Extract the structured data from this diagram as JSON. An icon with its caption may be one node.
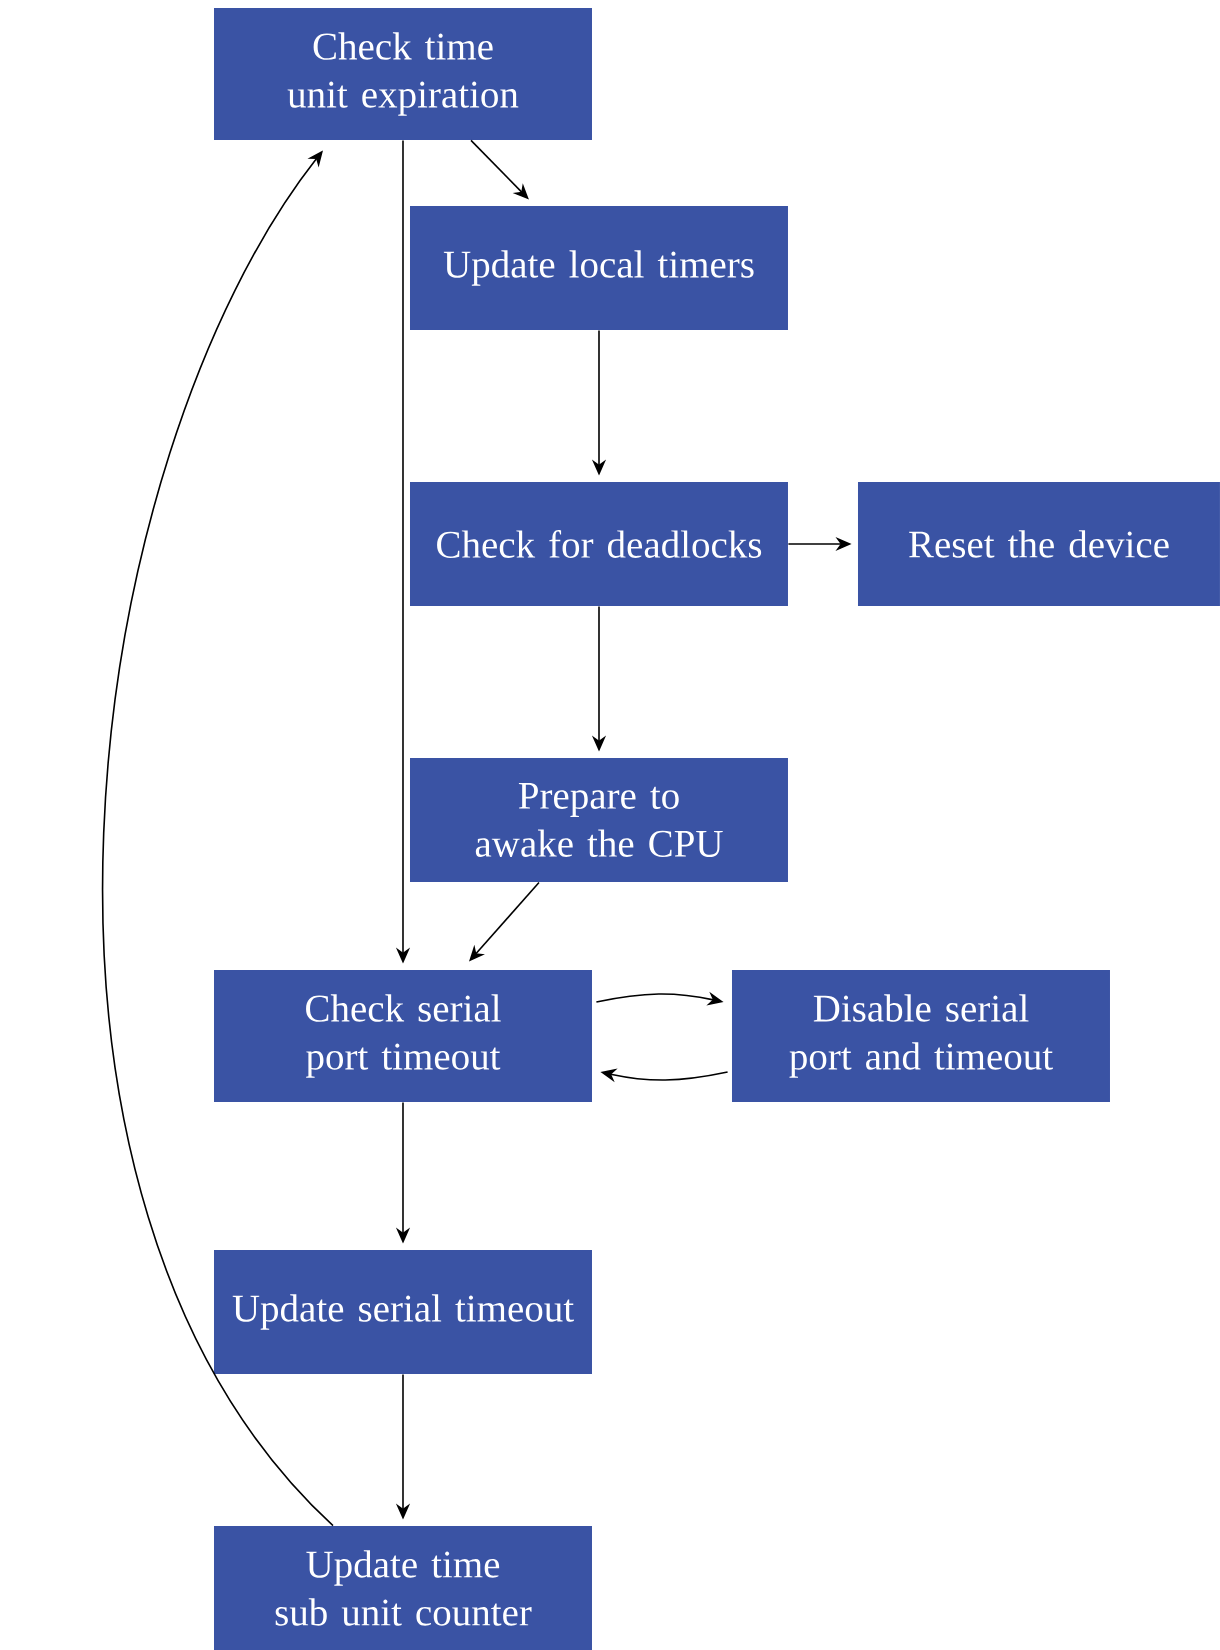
{
  "diagram": {
    "nodes": [
      {
        "text": [
          "Check time unit expiration"
        ]
      },
      {
        "text": [
          "Update local timers"
        ]
      },
      {
        "text": [
          "Check for deadlocks"
        ]
      },
      {
        "text": [
          "Reset the device"
        ]
      },
      {
        "text": [
          "Prepare to awake the CPU"
        ]
      },
      {
        "text": [
          "Check serial port timeout"
        ]
      },
      {
        "text": [
          "Disable serial port and timeout"
        ]
      },
      {
        "text": [
          "Update serial timeout"
        ]
      },
      {
        "text": [
          "Update time sub unit counter"
        ]
      }
    ],
    "edges": [
      {
        "from": 0,
        "to": 1,
        "arrow": "to"
      },
      {
        "from": 1,
        "to": 2,
        "arrow": "to"
      },
      {
        "from": 2,
        "to": 3,
        "arrow": "to"
      },
      {
        "from": 2,
        "to": 4,
        "arrow": "to"
      },
      {
        "from": 4,
        "to": 5,
        "arrow": "to"
      },
      {
        "from": 0,
        "to": 5,
        "arrow": "to"
      },
      {
        "from": 5,
        "to": 6,
        "arrow": "to"
      },
      {
        "from": 6,
        "to": 5,
        "arrow": "to"
      },
      {
        "from": 5,
        "to": 7,
        "arrow": "to"
      },
      {
        "from": 7,
        "to": 8,
        "arrow": "to"
      },
      {
        "from": 8,
        "to": 0,
        "arrow": "to"
      }
    ]
  }
}
